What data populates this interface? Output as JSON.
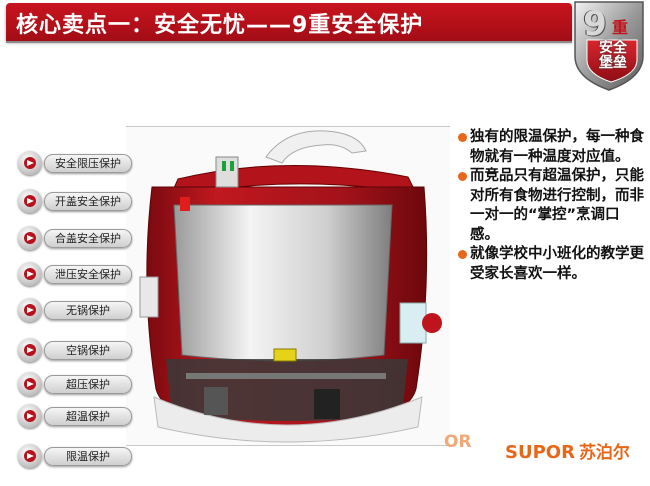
{
  "header": {
    "title": "核心卖点一：安全无忧——9重安全保护"
  },
  "badge": {
    "number": "9",
    "char": "重",
    "subtitle": "安全\n堡垒"
  },
  "features": [
    {
      "label": "安全限压保护"
    },
    {
      "label": "开盖安全保护"
    },
    {
      "label": "合盖安全保护"
    },
    {
      "label": "泄压安全保护"
    },
    {
      "label": "无锅保护"
    },
    {
      "label": "空锅保护"
    },
    {
      "label": "超压保护"
    },
    {
      "label": "超温保护"
    },
    {
      "label": "限温保护"
    }
  ],
  "bullets": [
    {
      "text": "独有的限温保护，每一种食物就有一种温度对应值。"
    },
    {
      "text": "而竞品只有超温保护，只能对所有食物进行控制，而非一对一的“掌控”烹调口感。"
    },
    {
      "text": "就像学校中小班化的教学更受家长喜欢一样。"
    }
  ],
  "logo": {
    "ghost": "OR",
    "brand": "SUPOR",
    "cn": "苏泊尔"
  },
  "colors": {
    "header_red": "#c8141e",
    "accent_orange": "#e8661a",
    "pot_red": "#b0141c"
  }
}
